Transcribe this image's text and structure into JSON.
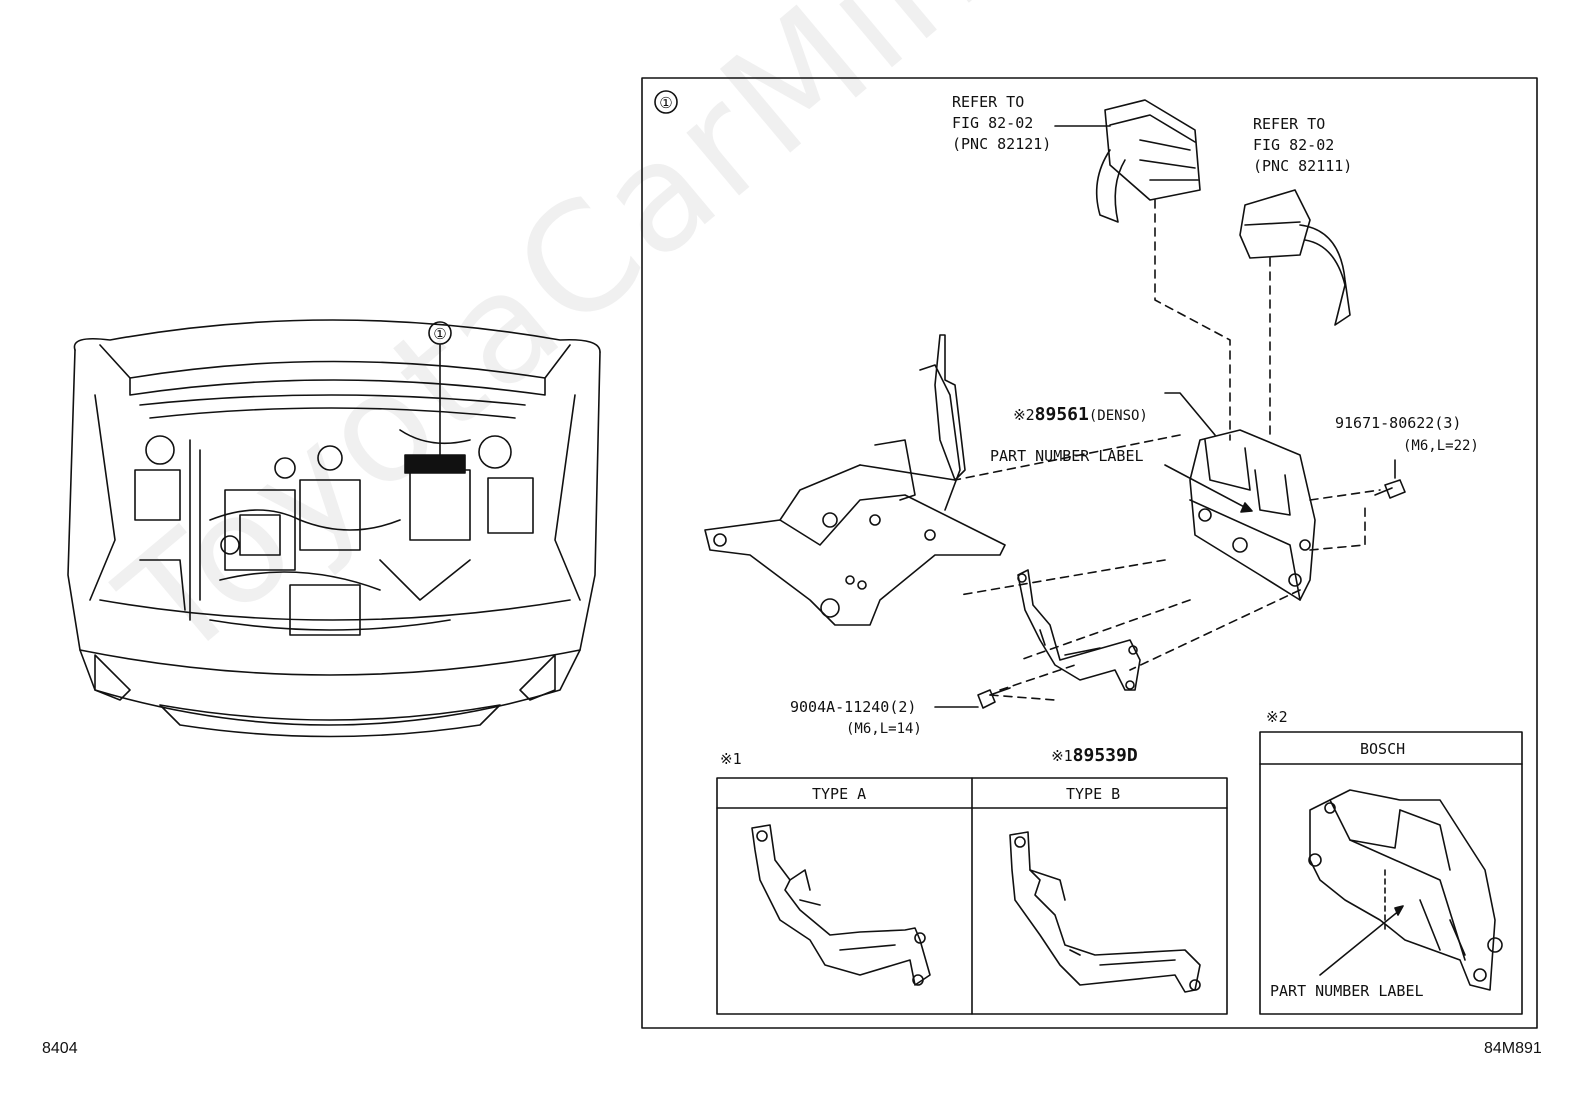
{
  "callout": "①",
  "refer_connector_1": [
    "REFER TO",
    "FIG 82-02",
    "(PNC 82121)"
  ],
  "refer_connector_2": [
    "REFER TO",
    "FIG 82-02",
    "(PNC 82111)"
  ],
  "ecu_denso": {
    "mark": "※2",
    "part": "89561",
    "note": "(DENSO)"
  },
  "part_number_label": "PART NUMBER LABEL",
  "bolt_right": {
    "part": "91671-80622(3)",
    "spec": "(M6,L=22)"
  },
  "bolt_left": {
    "part": "9004A-11240(2)",
    "spec": "(M6,L=14)"
  },
  "bracket": {
    "mark": "※1",
    "part": "89539D"
  },
  "note1_mark": "※1",
  "type_a": "TYPE A",
  "type_b": "TYPE B",
  "note2_mark": "※2",
  "bosch": "BOSCH",
  "bosch_label": "PART NUMBER LABEL",
  "watermark": "ToyotaCarMiner.ru",
  "page_left": "8404",
  "page_right": "84M891"
}
